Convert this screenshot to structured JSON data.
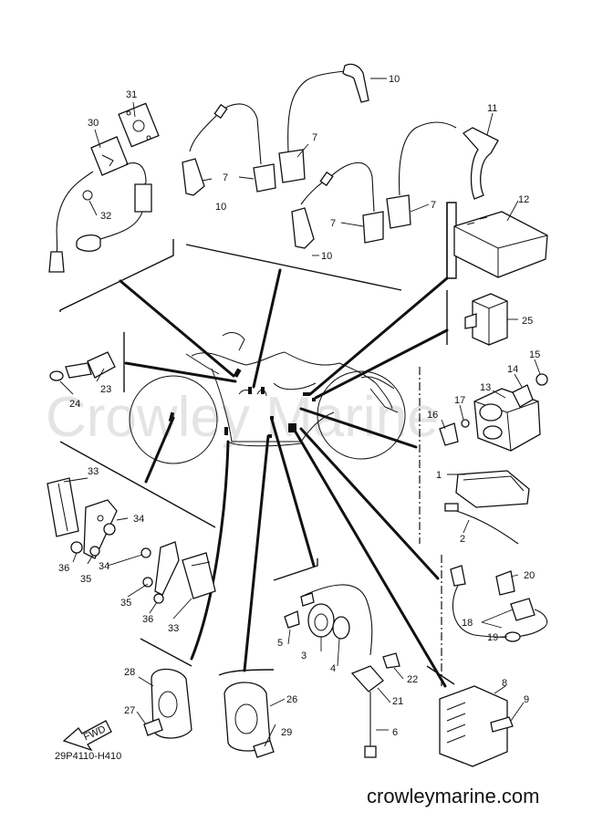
{
  "watermark": "Crowley Marine",
  "diagram_code": "29P4110-H410",
  "website": "crowleymarine.com",
  "fwd_arrow_label": "FWD",
  "callouts": {
    "c1": "1",
    "c2": "2",
    "c3": "3",
    "c4": "4",
    "c5": "5",
    "c6": "6",
    "c7a": "7",
    "c7b": "7",
    "c7c": "7",
    "c7d": "7",
    "c8": "8",
    "c9": "9",
    "c10a": "10",
    "c10b": "10",
    "c10c": "10",
    "c11": "11",
    "c12": "12",
    "c13": "13",
    "c14": "14",
    "c15": "15",
    "c16": "16",
    "c17": "17",
    "c18": "18",
    "c19": "19",
    "c20": "20",
    "c21": "21",
    "c22": "22",
    "c23": "23",
    "c24": "24",
    "c25": "25",
    "c26": "26",
    "c27": "27",
    "c28": "28",
    "c29": "29",
    "c30": "30",
    "c31": "31",
    "c32": "32",
    "c33a": "33",
    "c33b": "33",
    "c34a": "34",
    "c34b": "34",
    "c35a": "35",
    "c35b": "35",
    "c36a": "36",
    "c36b": "36"
  }
}
